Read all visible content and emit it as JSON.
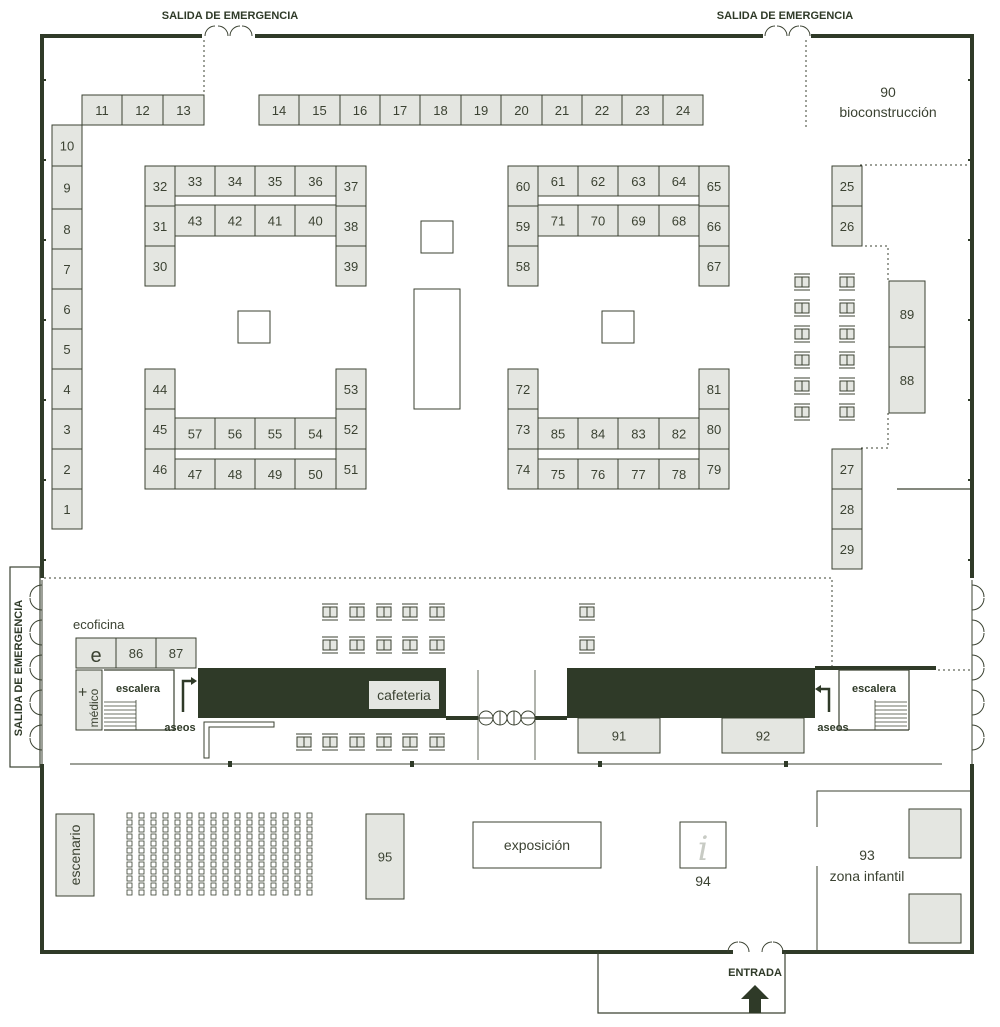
{
  "emergency_exit_label": "SALIDA DE EMERGENCIA",
  "entrance_label": "ENTRADA",
  "colors": {
    "wall": "#2f3a28",
    "booth_fill": "#e4e6e1",
    "text": "#3b4232",
    "background": "#ffffff"
  },
  "zones": {
    "bioconstruction": {
      "number": "90",
      "name": "bioconstrucción"
    },
    "ecoficina": {
      "name": "ecoficina",
      "icon": "e"
    },
    "medico": {
      "name": "médico",
      "icon": "+"
    },
    "escalera": "escalera",
    "aseos": "aseos",
    "cafeteria": "cafeteria",
    "escenario": "escenario",
    "exposicion": "exposición",
    "info": {
      "number": "94",
      "icon": "i"
    },
    "zona_infantil": {
      "number": "93",
      "name": "zona infantil"
    }
  },
  "booths": [
    "1",
    "2",
    "3",
    "4",
    "5",
    "6",
    "7",
    "8",
    "9",
    "10",
    "11",
    "12",
    "13",
    "14",
    "15",
    "16",
    "17",
    "18",
    "19",
    "20",
    "21",
    "22",
    "23",
    "24",
    "25",
    "26",
    "27",
    "28",
    "29",
    "30",
    "31",
    "32",
    "33",
    "34",
    "35",
    "36",
    "37",
    "38",
    "39",
    "40",
    "41",
    "42",
    "43",
    "44",
    "45",
    "46",
    "47",
    "48",
    "49",
    "50",
    "51",
    "52",
    "53",
    "54",
    "55",
    "56",
    "57",
    "58",
    "59",
    "60",
    "61",
    "62",
    "63",
    "64",
    "65",
    "66",
    "67",
    "68",
    "69",
    "70",
    "71",
    "72",
    "73",
    "74",
    "75",
    "76",
    "77",
    "78",
    "79",
    "80",
    "81",
    "82",
    "83",
    "84",
    "85",
    "86",
    "87",
    "88",
    "89",
    "91",
    "92",
    "95"
  ]
}
